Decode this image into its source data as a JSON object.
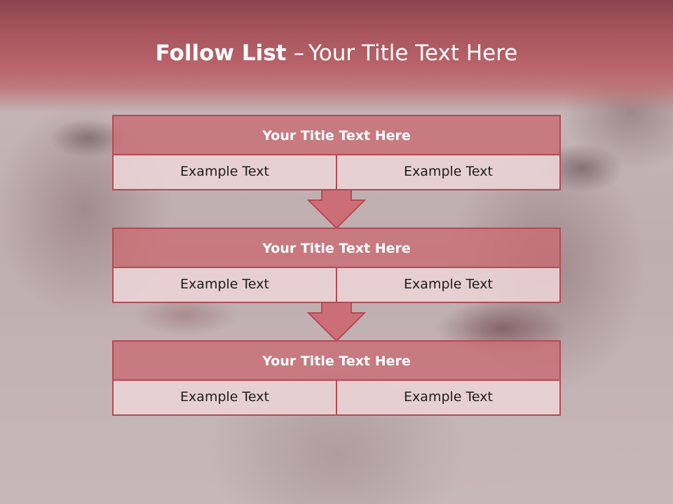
{
  "slide": {
    "title_bold": "Follow List",
    "title_separator": "–",
    "title_rest": "Your Title Text Here"
  },
  "boxes": [
    {
      "title": "Your Title Text Here",
      "left_text": "Example Text",
      "right_text": "Example Text"
    },
    {
      "title": "Your Title Text Here",
      "left_text": "Example Text",
      "right_text": "Example Text"
    },
    {
      "title": "Your Title Text Here",
      "left_text": "Example Text",
      "right_text": "Example Text"
    }
  ],
  "colors": {
    "header_band": "#b9646b",
    "box_title_fill": "#c86e74",
    "box_cell_fill": "#ecd4d6",
    "box_border": "#b54a55",
    "arrow_fill": "#cc6e76",
    "arrow_border": "#b54a55"
  },
  "icons": {
    "connector": "down-arrow-icon"
  }
}
